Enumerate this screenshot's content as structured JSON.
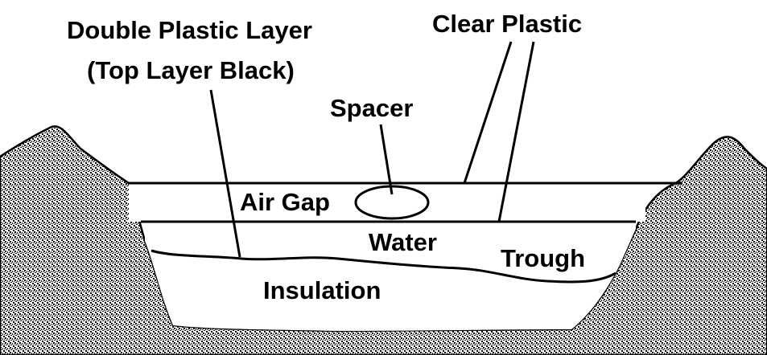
{
  "labels": {
    "double_plastic_line1": "Double Plastic Layer",
    "double_plastic_line2": "(Top Layer Black)",
    "clear_plastic": "Clear Plastic",
    "spacer": "Spacer",
    "air_gap": "Air Gap",
    "water": "Water",
    "trough": "Trough",
    "insulation": "Insulation"
  },
  "colors": {
    "ink": "#000000",
    "paper": "#ffffff",
    "soil_base": "#d9d9d9"
  }
}
